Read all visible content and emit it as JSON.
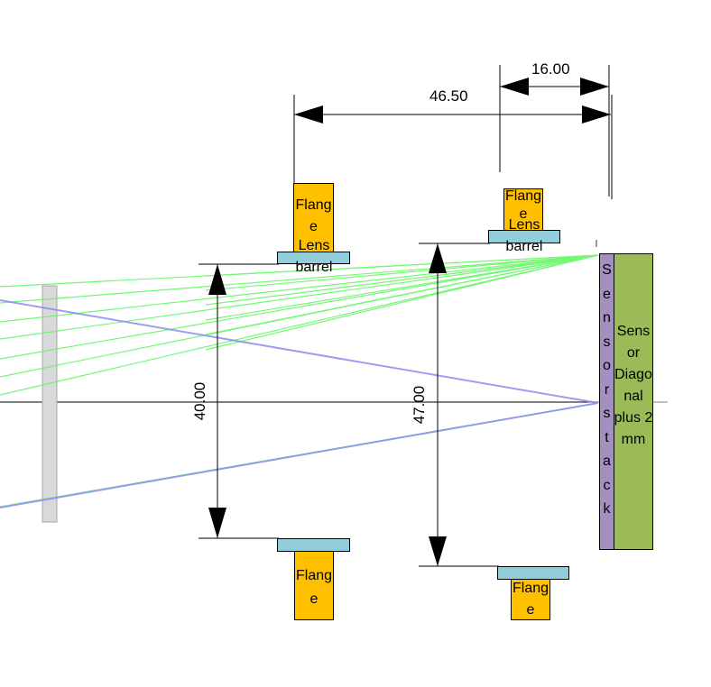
{
  "colors": {
    "green_ray": "#5cf75c",
    "blue_ray": "#8c8cf2",
    "axis": "#000000",
    "filter": "#d9d9d9",
    "flange": "#ffc000",
    "barrel": "#92cddc",
    "sensor_stack": "#a58fc0",
    "sensor_diag": "#9bbb59"
  },
  "dimensions": {
    "top_a": "16.00",
    "top_b": "46.50",
    "left_v": "40.00",
    "right_v": "47.00"
  },
  "labels": {
    "flange": "Flange",
    "lens_barrel": "Lens barrel",
    "sensor_stack": "Sensorstack",
    "sensor_diag": "Sensor Diagonal plus 2 mm"
  }
}
